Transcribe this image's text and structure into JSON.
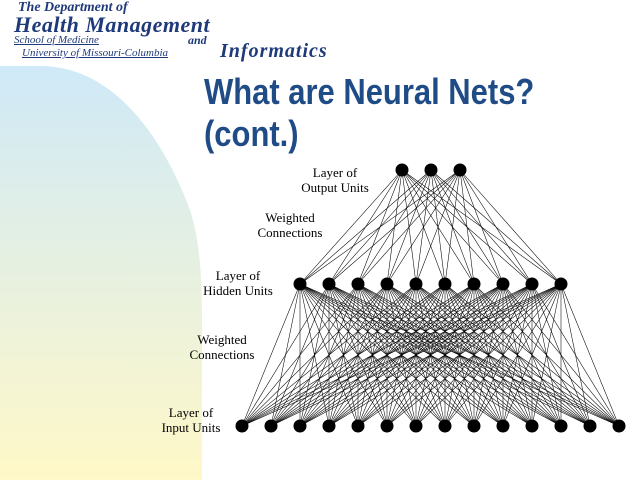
{
  "header": {
    "line1": "The Department of",
    "line2": "Health Management",
    "school": "School of Medicine",
    "university": "University of Missouri-Columbia",
    "and": "and",
    "informatics": "Informatics"
  },
  "title": {
    "line1": "What are Neural Nets?",
    "line2": "(cont.)"
  },
  "diagram": {
    "labels": {
      "output_layer": [
        "Layer of",
        "Output Units"
      ],
      "weighted_top": [
        "Weighted",
        "Connections"
      ],
      "hidden_layer": [
        "Layer of",
        "Hidden Units"
      ],
      "weighted_bottom": [
        "Weighted",
        "Connections"
      ],
      "input_layer": [
        "Layer of",
        "Input Units"
      ]
    },
    "layers": {
      "output_units": 3,
      "hidden_units": 10,
      "input_units": 14
    }
  },
  "colors": {
    "header_text": "#1f3a7a",
    "title_text": "#1f4b86",
    "background_gradient_top": "#cfe9f8",
    "background_gradient_bottom": "#fff8c8",
    "node": "#000000"
  }
}
